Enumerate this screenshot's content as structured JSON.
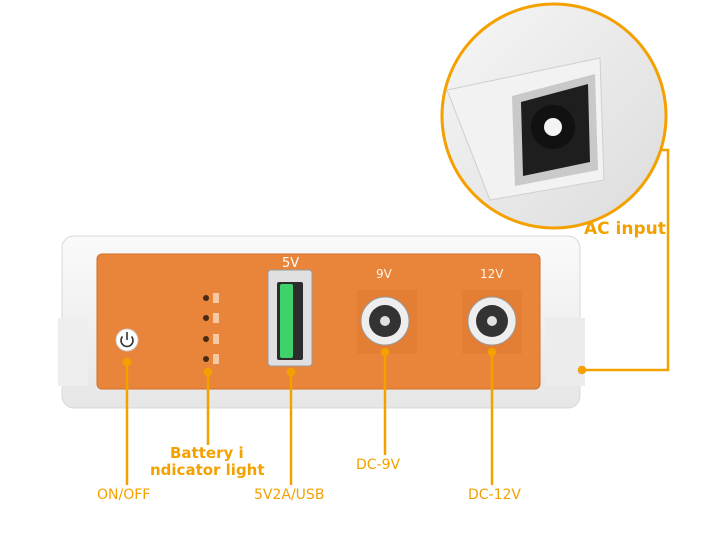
{
  "colors": {
    "callout": "#f4a100",
    "panel": "#e8853a",
    "panel_dark": "#d7742a",
    "shell": "#f3f3f3",
    "usb": "#3fd16a"
  },
  "callouts": {
    "ac_input": "AC input",
    "on_off": "ON/OFF",
    "battery_line1": "Battery i",
    "battery_line2": "ndicator light",
    "usb": "5V2A/USB",
    "dc9": "DC-9V",
    "dc12": "DC-12V"
  },
  "panel": {
    "usb_voltage": "5V",
    "port9_voltage": "9V",
    "port12_voltage": "12V"
  },
  "icons": {
    "power": "power-icon",
    "usb_port": "usb-port-icon",
    "dc_jack": "dc-jack-icon",
    "ac_socket": "ac-socket-icon"
  }
}
